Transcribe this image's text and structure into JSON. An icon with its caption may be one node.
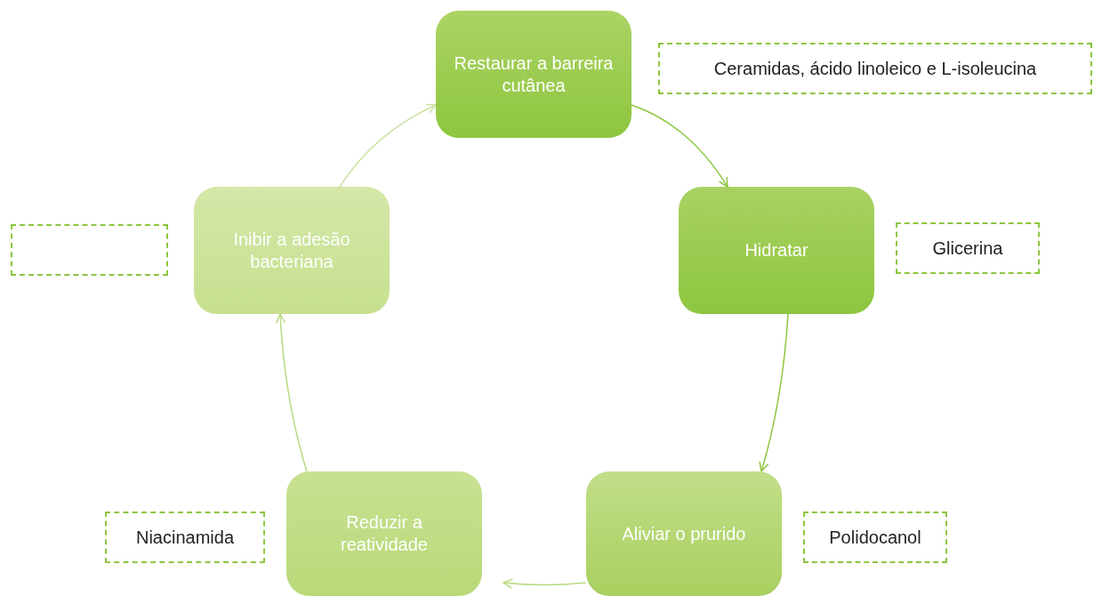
{
  "diagram": {
    "nodes": [
      {
        "text": [
          "Restaurar a barreira cutânea"
        ]
      },
      {
        "text": [
          "Ceramidas, ácido linoleico e L-isoleucina"
        ]
      },
      {
        "text": [
          "Hidratar"
        ]
      },
      {
        "text": [
          "Glicerina"
        ]
      },
      {
        "text": [
          "Aliviar o prurido"
        ]
      },
      {
        "text": [
          "Polidocanol"
        ]
      },
      {
        "text": [
          "Reduzir a reatividade"
        ]
      },
      {
        "text": [
          "Niacinamida"
        ]
      },
      {
        "text": [
          "Inibir a adesão bacteriana"
        ]
      },
      {
        "text": [],
        "shape": "box"
      }
    ],
    "edges": [
      {
        "from": 0,
        "to": 2,
        "arrow": "to"
      },
      {
        "from": 2,
        "to": 4,
        "arrow": "to"
      },
      {
        "from": 4,
        "to": 6,
        "arrow": "to",
        "color": "#b8da80"
      },
      {
        "from": 6,
        "to": 8,
        "arrow": "to",
        "color": "#b8da80"
      },
      {
        "from": 8,
        "to": 0,
        "arrow": "to",
        "color": "#cbe4a4"
      }
    ]
  }
}
